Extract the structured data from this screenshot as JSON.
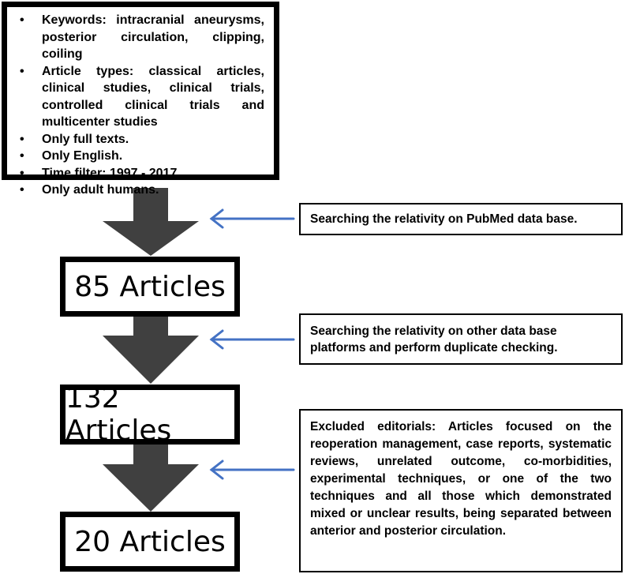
{
  "criteria": {
    "items": [
      "Keywords: intracranial aneurysms, posterior circulation, clipping, coiling",
      "Article types: classical articles, clinical studies, clinical trials, controlled clinical trials and multicenter studies",
      "Only full texts.",
      "Only English.",
      "Time filter: 1997 - 2017",
      "Only adult humans."
    ]
  },
  "counts": {
    "first": "85 Articles",
    "second": "132 Articles",
    "third": "20 Articles"
  },
  "notes": {
    "pubmed": "Searching the relativity on PubMed data base.",
    "other": "Searching the relativity on other data base platforms and perform duplicate checking.",
    "excluded": "Excluded editorials: Articles focused on the reoperation management, case reports, systematic reviews, unrelated outcome, co-morbidities, experimental techniques, or one of the two techniques and all those which demonstrated mixed or unclear results, being separated between anterior and posterior circulation."
  },
  "colors": {
    "flow_arrow": "#404040",
    "pointer_arrow": "#4472c4"
  }
}
